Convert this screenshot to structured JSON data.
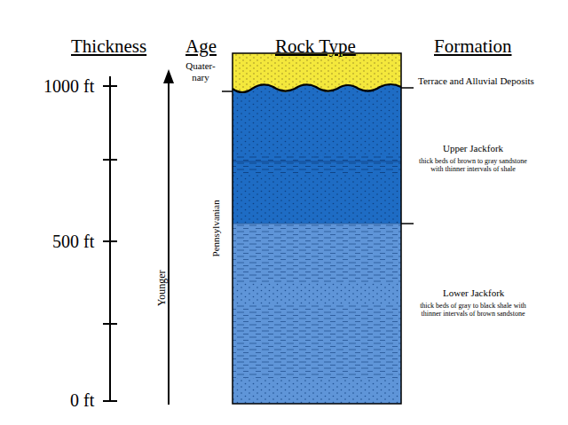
{
  "diagram": {
    "labels": [
      "Thickness",
      "Age",
      "Rock Type",
      "Formation",
      "1000 ft",
      "500 ft",
      "0 ft",
      "Quater- nary",
      "Younger",
      "Pennsylvanian",
      "Terrace and Alluvial Deposits",
      "Upper Jackfork",
      "thick beds of brown to gray sandstone with thinner intervals of shale",
      "Lower Jackfork",
      "thick beds of gray to black shale with thinner intervals of brown sandstone"
    ]
  }
}
